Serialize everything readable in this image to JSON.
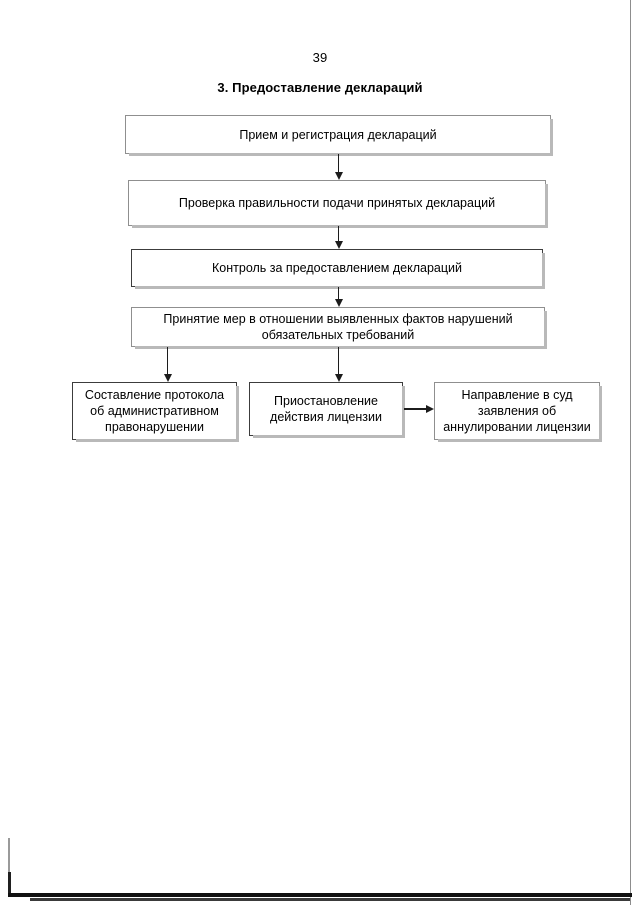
{
  "document": {
    "page_number": "39",
    "title": "3. Предоставление деклараций"
  },
  "flowchart": {
    "type": "flowchart",
    "orientation": "top-down",
    "nodes": [
      {
        "id": "intake",
        "label": "Прием и регистрация деклараций"
      },
      {
        "id": "check",
        "label": "Проверка правильности подачи принятых деклараций"
      },
      {
        "id": "control",
        "label": "Контроль за предоставлением деклараций"
      },
      {
        "id": "measures",
        "label": "Принятие мер в отношении выявленных фактов нарушений обязательных требований"
      },
      {
        "id": "protocol",
        "label": "Составление протокола об административном правонарушении"
      },
      {
        "id": "suspend",
        "label": "Приостановление действия лицензии"
      },
      {
        "id": "court",
        "label": "Направление в суд заявления об аннулировании лицензии"
      }
    ],
    "edges": [
      {
        "from": "intake",
        "to": "check",
        "direction": "down"
      },
      {
        "from": "check",
        "to": "control",
        "direction": "down"
      },
      {
        "from": "control",
        "to": "measures",
        "direction": "down"
      },
      {
        "from": "measures",
        "to": "protocol",
        "direction": "down"
      },
      {
        "from": "measures",
        "to": "suspend",
        "direction": "down"
      },
      {
        "from": "suspend",
        "to": "court",
        "direction": "right"
      }
    ]
  },
  "colors": {
    "page_background": "#ffffff",
    "text": "#000000",
    "box_border": "#8f8f8f",
    "box_border_dark": "#3c3c3c",
    "arrow": "#1c1c1c",
    "shadow": "#b9b9b9"
  }
}
